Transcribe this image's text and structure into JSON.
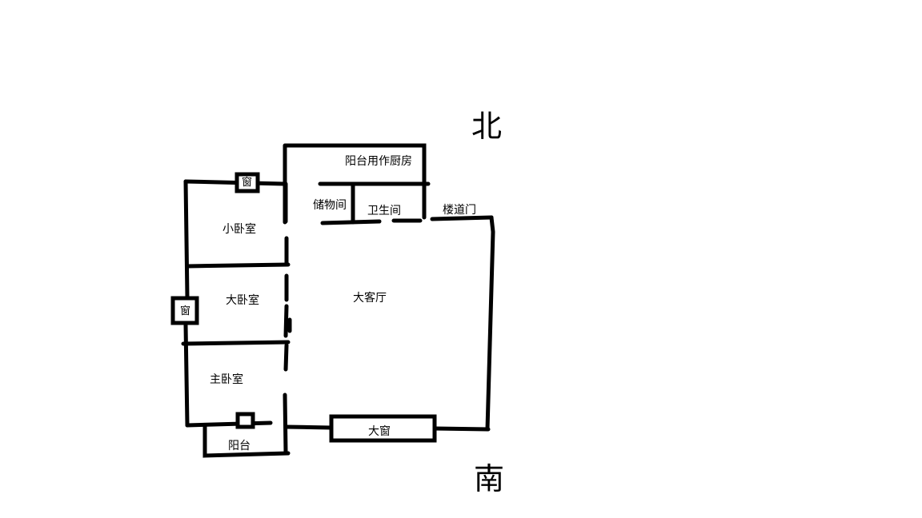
{
  "compass": {
    "north": "北",
    "south": "南"
  },
  "rooms": {
    "kitchen_balcony": "阳台用作厨房",
    "storage": "储物间",
    "bathroom": "卫生间",
    "stair_door": "楼道门",
    "small_bedroom": "小卧室",
    "big_bedroom": "大卧室",
    "master_bedroom": "主卧室",
    "balcony": "阳台",
    "living_room": "大客厅"
  },
  "windows": {
    "small_window": "窗",
    "side_window": "窗",
    "big_window": "大窗"
  }
}
